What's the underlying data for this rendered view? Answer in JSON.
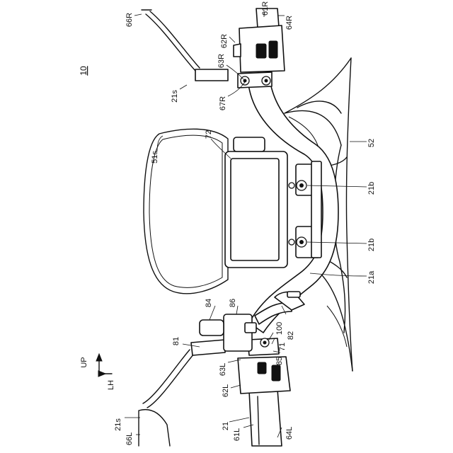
{
  "figure_number": "10",
  "direction": {
    "up": "UP",
    "lh": "LH"
  },
  "labels": {
    "l66R": "66R",
    "l61R": "61R",
    "l64R": "64R",
    "l62R": "62R",
    "l63R": "63R",
    "l21s_top": "21s",
    "l67R": "67R",
    "l72": "72",
    "l51s": "51s",
    "l52": "52",
    "l21b_1": "21b",
    "l21b_2": "21b",
    "l21a": "21a",
    "l84": "84",
    "l86": "86",
    "l100": "100",
    "l82": "82",
    "l71": "71",
    "l81": "81",
    "l85": "85",
    "l63L": "63L",
    "l62L": "62L",
    "l21": "21",
    "l61L": "61L",
    "l64L": "64L",
    "l21s_bot": "21s",
    "l66L": "66L"
  }
}
